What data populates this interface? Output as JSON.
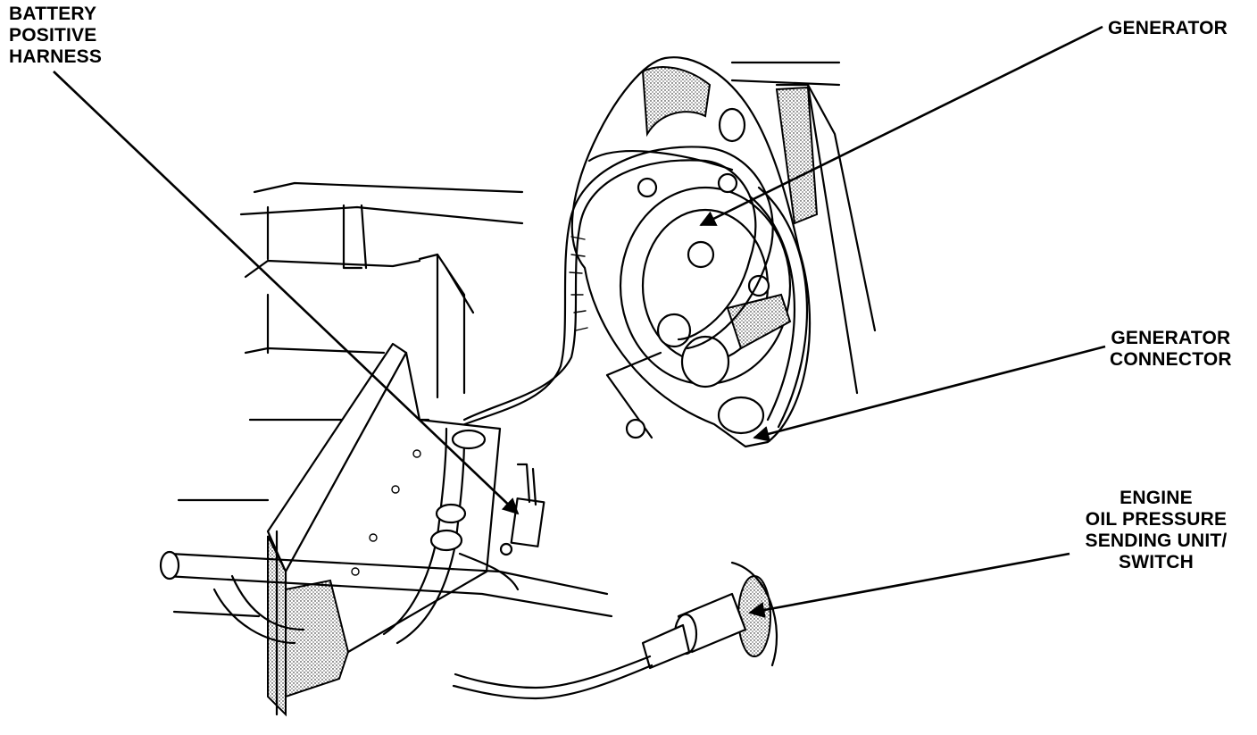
{
  "labels": {
    "battery_positive_harness": [
      "BATTERY",
      "POSITIVE",
      "HARNESS"
    ],
    "generator": [
      "GENERATOR"
    ],
    "generator_connector": [
      "GENERATOR",
      "CONNECTOR"
    ],
    "engine_oil_pressure": [
      "ENGINE",
      "OIL PRESSURE",
      "SENDING UNIT/",
      "SWITCH"
    ]
  },
  "colors": {
    "line": "#000000",
    "background": "#ffffff"
  }
}
